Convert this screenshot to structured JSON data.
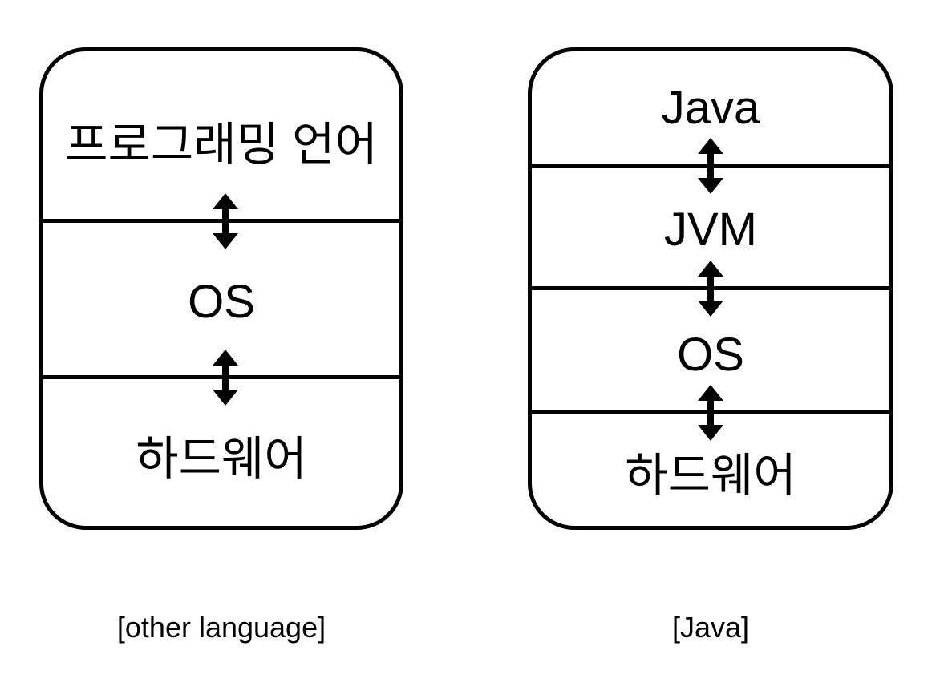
{
  "left_stack": {
    "layers": [
      "프로그래밍 언어",
      "OS",
      "하드웨어"
    ],
    "caption": "[other language]"
  },
  "right_stack": {
    "layers": [
      "Java",
      "JVM",
      "OS",
      "하드웨어"
    ],
    "caption": "[Java]"
  },
  "colors": {
    "stroke": "#000000",
    "background": "#ffffff",
    "text": "#000000"
  },
  "icons": {
    "connector": "double-headed-vertical-arrow-icon"
  }
}
